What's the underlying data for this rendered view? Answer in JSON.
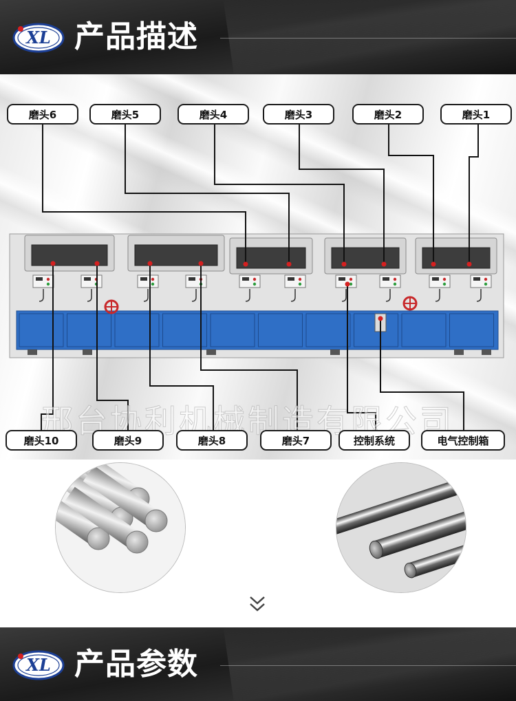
{
  "header": {
    "title": "产品描述"
  },
  "footer_banner": {
    "title": "产品参数"
  },
  "logo": {
    "icon": "xl-logo-icon",
    "text": "XL",
    "color": "#1c3f95"
  },
  "watermark": "邢台协利机械制造有限公司",
  "callouts_top": [
    {
      "id": "head6",
      "label": "磨头6"
    },
    {
      "id": "head5",
      "label": "磨头5"
    },
    {
      "id": "head4",
      "label": "磨头4"
    },
    {
      "id": "head3",
      "label": "磨头3"
    },
    {
      "id": "head2",
      "label": "磨头2"
    },
    {
      "id": "head1",
      "label": "磨头1"
    }
  ],
  "callouts_bottom": [
    {
      "id": "head10",
      "label": "磨头10"
    },
    {
      "id": "head9",
      "label": "磨头9"
    },
    {
      "id": "head8",
      "label": "磨头8"
    },
    {
      "id": "head7",
      "label": "磨头7"
    },
    {
      "id": "control-system",
      "label": "控制系统"
    },
    {
      "id": "electrical-cabinet",
      "label": "电气控制箱"
    }
  ],
  "colors": {
    "cabinet_blue": "#2f6fc6",
    "machine_body": "#e3e3e3",
    "marker_red": "#d62020",
    "wheel_red": "#c8282a",
    "label_border": "#1a1a1a"
  },
  "icons": {
    "scroll": "double-chevron-down-icon"
  }
}
